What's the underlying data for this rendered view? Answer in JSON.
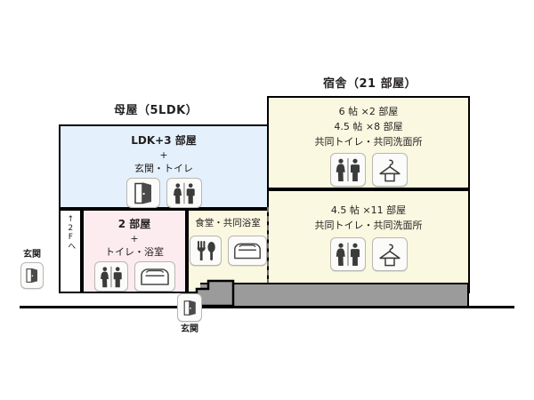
{
  "titles": {
    "main_house": "母屋（5LDK）",
    "dormitory": "宿舎（21 部屋）"
  },
  "main_house": {
    "upper_floor": {
      "line1": "LDK+3 部屋",
      "line2": "+",
      "line3": "玄関・トイレ",
      "icons": [
        "door-icon",
        "restroom-icon"
      ]
    },
    "stair": {
      "label": "↑2Fへ"
    },
    "bedroom_block": {
      "line1": "2 部屋",
      "line2": "+",
      "line3": "トイレ・浴室",
      "icons": [
        "restroom-icon",
        "bathtub-icon"
      ]
    },
    "dining_block": {
      "line1": "食堂・共同浴室",
      "icons": [
        "cutlery-icon",
        "bathtub-icon"
      ]
    }
  },
  "dormitory": {
    "upper_floor": {
      "line1": "6 帖 ×2 部屋",
      "line2": "4.5 帖 ×8 部屋",
      "line3": "共同トイレ・共同洗面所",
      "icons": [
        "restroom-icon",
        "hanger-icon"
      ]
    },
    "lower_floor": {
      "line1": "4.5 帖 ×11 部屋",
      "line2": "共同トイレ・共同洗面所",
      "icons": [
        "restroom-icon",
        "hanger-icon"
      ]
    }
  },
  "entrances": {
    "left": {
      "label": "玄関",
      "icon": "door-icon"
    },
    "bottom": {
      "label": "玄関",
      "icon": "door-icon"
    }
  },
  "colors": {
    "main_house_fill": "#e4f1fc",
    "dormitory_fill": "#faf8e0",
    "bedroom_fill": "#fcecf0",
    "foundation": "#9b9b9b",
    "outline": "#000000",
    "text": "#231f20"
  }
}
